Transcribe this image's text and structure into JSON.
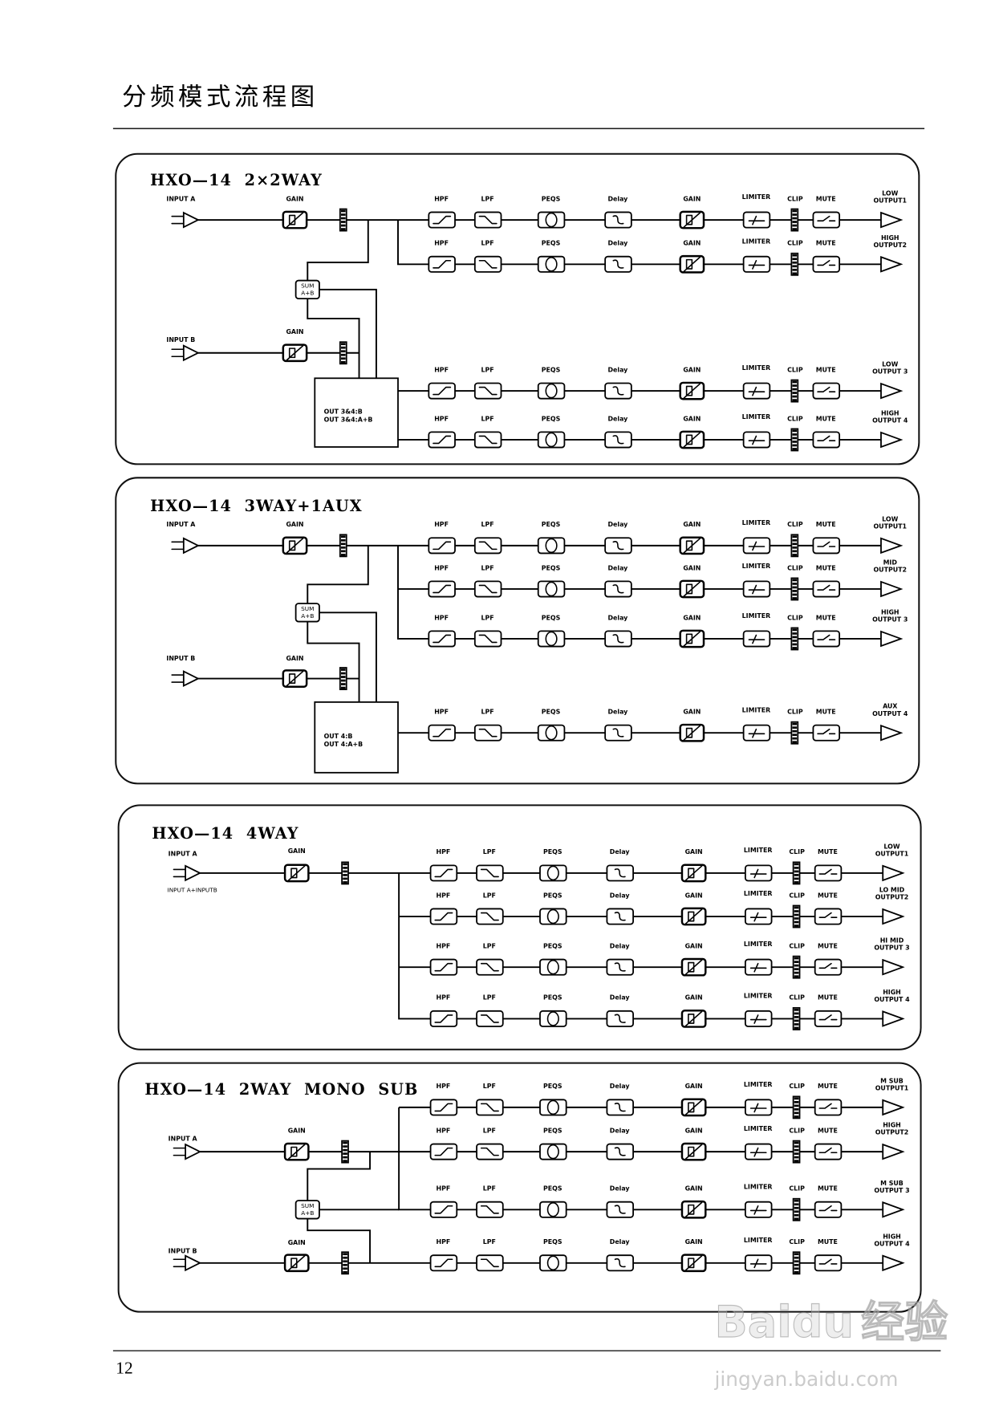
{
  "header": {
    "title": "分频模式流程图"
  },
  "blocks": {
    "hpf": "HPF",
    "lpf": "LPF",
    "peqs": "PEQS",
    "delay": "Delay",
    "gain": "GAIN",
    "limiter": "LIMITER",
    "clip": "CLIP",
    "mute": "MUTE"
  },
  "panels": [
    {
      "title": "HXO—14  2×2WAY",
      "inputs": [
        {
          "label": "INPUT A"
        },
        {
          "label": "INPUT B"
        }
      ],
      "sum": {
        "line1": "SUM",
        "line2": "A+B"
      },
      "router": {
        "line1": "OUT 3&4:B",
        "line2": "OUT 3&4:A+B"
      },
      "outputs": [
        {
          "name": "LOW",
          "port": "OUTPUT1"
        },
        {
          "name": "HIGH",
          "port": "OUTPUT2"
        },
        {
          "name": "LOW",
          "port": "OUTPUT 3"
        },
        {
          "name": "HIGH",
          "port": "OUTPUT 4"
        }
      ]
    },
    {
      "title": "HXO—14  3WAY+1AUX",
      "inputs": [
        {
          "label": "INPUT A"
        },
        {
          "label": "INPUT B"
        }
      ],
      "sum": {
        "line1": "SUM",
        "line2": "A+B"
      },
      "router": {
        "line1": "OUT 4:B",
        "line2": "OUT 4:A+B"
      },
      "outputs": [
        {
          "name": "LOW",
          "port": "OUTPUT1"
        },
        {
          "name": "MID",
          "port": "OUTPUT2"
        },
        {
          "name": "HIGH",
          "port": "OUTPUT 3"
        },
        {
          "name": "AUX",
          "port": "OUTPUT 4"
        }
      ]
    },
    {
      "title": "HXO—14  4WAY",
      "inputs": [
        {
          "label": "INPUT A",
          "note": "INPUT A+INPUTB"
        }
      ],
      "outputs": [
        {
          "name": "LOW",
          "port": "OUTPUT1"
        },
        {
          "name": "LO MID",
          "port": "OUTPUT2"
        },
        {
          "name": "HI MID",
          "port": "OUTPUT 3"
        },
        {
          "name": "HIGH",
          "port": "OUTPUT 4"
        }
      ]
    },
    {
      "title": "HXO—14  2WAY  MONO  SUB",
      "inputs": [
        {
          "label": "INPUT A"
        },
        {
          "label": "INPUT B"
        }
      ],
      "sum": {
        "line1": "SUM",
        "line2": "A+B"
      },
      "outputs": [
        {
          "name": "M SUB",
          "port": "OUTPUT1"
        },
        {
          "name": "HIGH",
          "port": "OUTPUT2"
        },
        {
          "name": "M SUB",
          "port": "OUTPUT 3"
        },
        {
          "name": "HIGH",
          "port": "OUTPUT 4"
        }
      ]
    }
  ],
  "footer": {
    "page_number": "12"
  },
  "watermark": {
    "brand": "Baidu",
    "label": "经验",
    "url": "jingyan.baidu.com"
  }
}
